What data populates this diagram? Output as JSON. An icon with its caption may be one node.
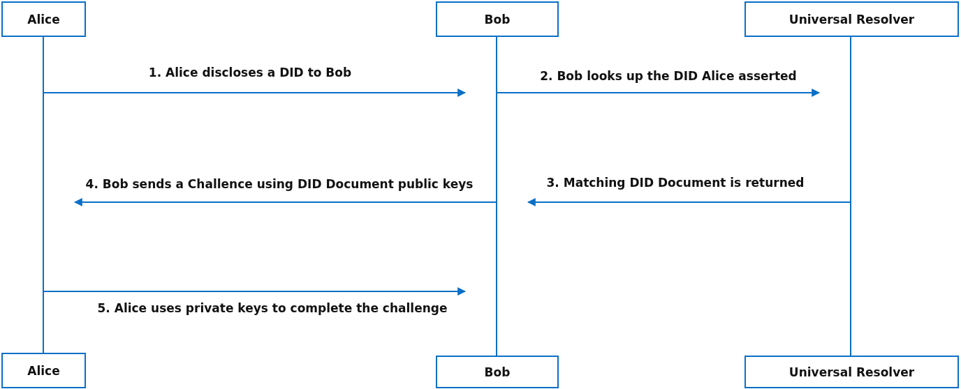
{
  "diagram": {
    "nodes": [
      {
        "text": [
          "Alice"
        ]
      },
      {
        "text": [
          "Bob"
        ]
      },
      {
        "text": [
          "Universal Resolver"
        ]
      },
      {
        "text": [],
        "shape": "bar"
      },
      {
        "text": [],
        "shape": "bar"
      },
      {
        "text": [],
        "shape": "bar"
      },
      {
        "text": [
          "Alice"
        ]
      },
      {
        "text": [
          "Bob"
        ]
      },
      {
        "text": [
          "Universal Resolver"
        ]
      }
    ],
    "edges": [
      {
        "from": 3,
        "to": 4,
        "arrow": "to",
        "label": "1. Alice discloses a DID to Bob"
      },
      {
        "from": 4,
        "to": 5,
        "arrow": "to",
        "label": "2. Bob looks up the DID Alice asserted"
      },
      {
        "from": 5,
        "to": 4,
        "arrow": "to",
        "label": "3. Matching DID Document is returned"
      },
      {
        "from": 4,
        "to": 3,
        "arrow": "to",
        "label": "4. Bob sends a Challence using DID Document public keys"
      },
      {
        "from": 3,
        "to": 4,
        "arrow": "to",
        "label": "5. Alice uses private keys to complete the challenge"
      }
    ]
  }
}
